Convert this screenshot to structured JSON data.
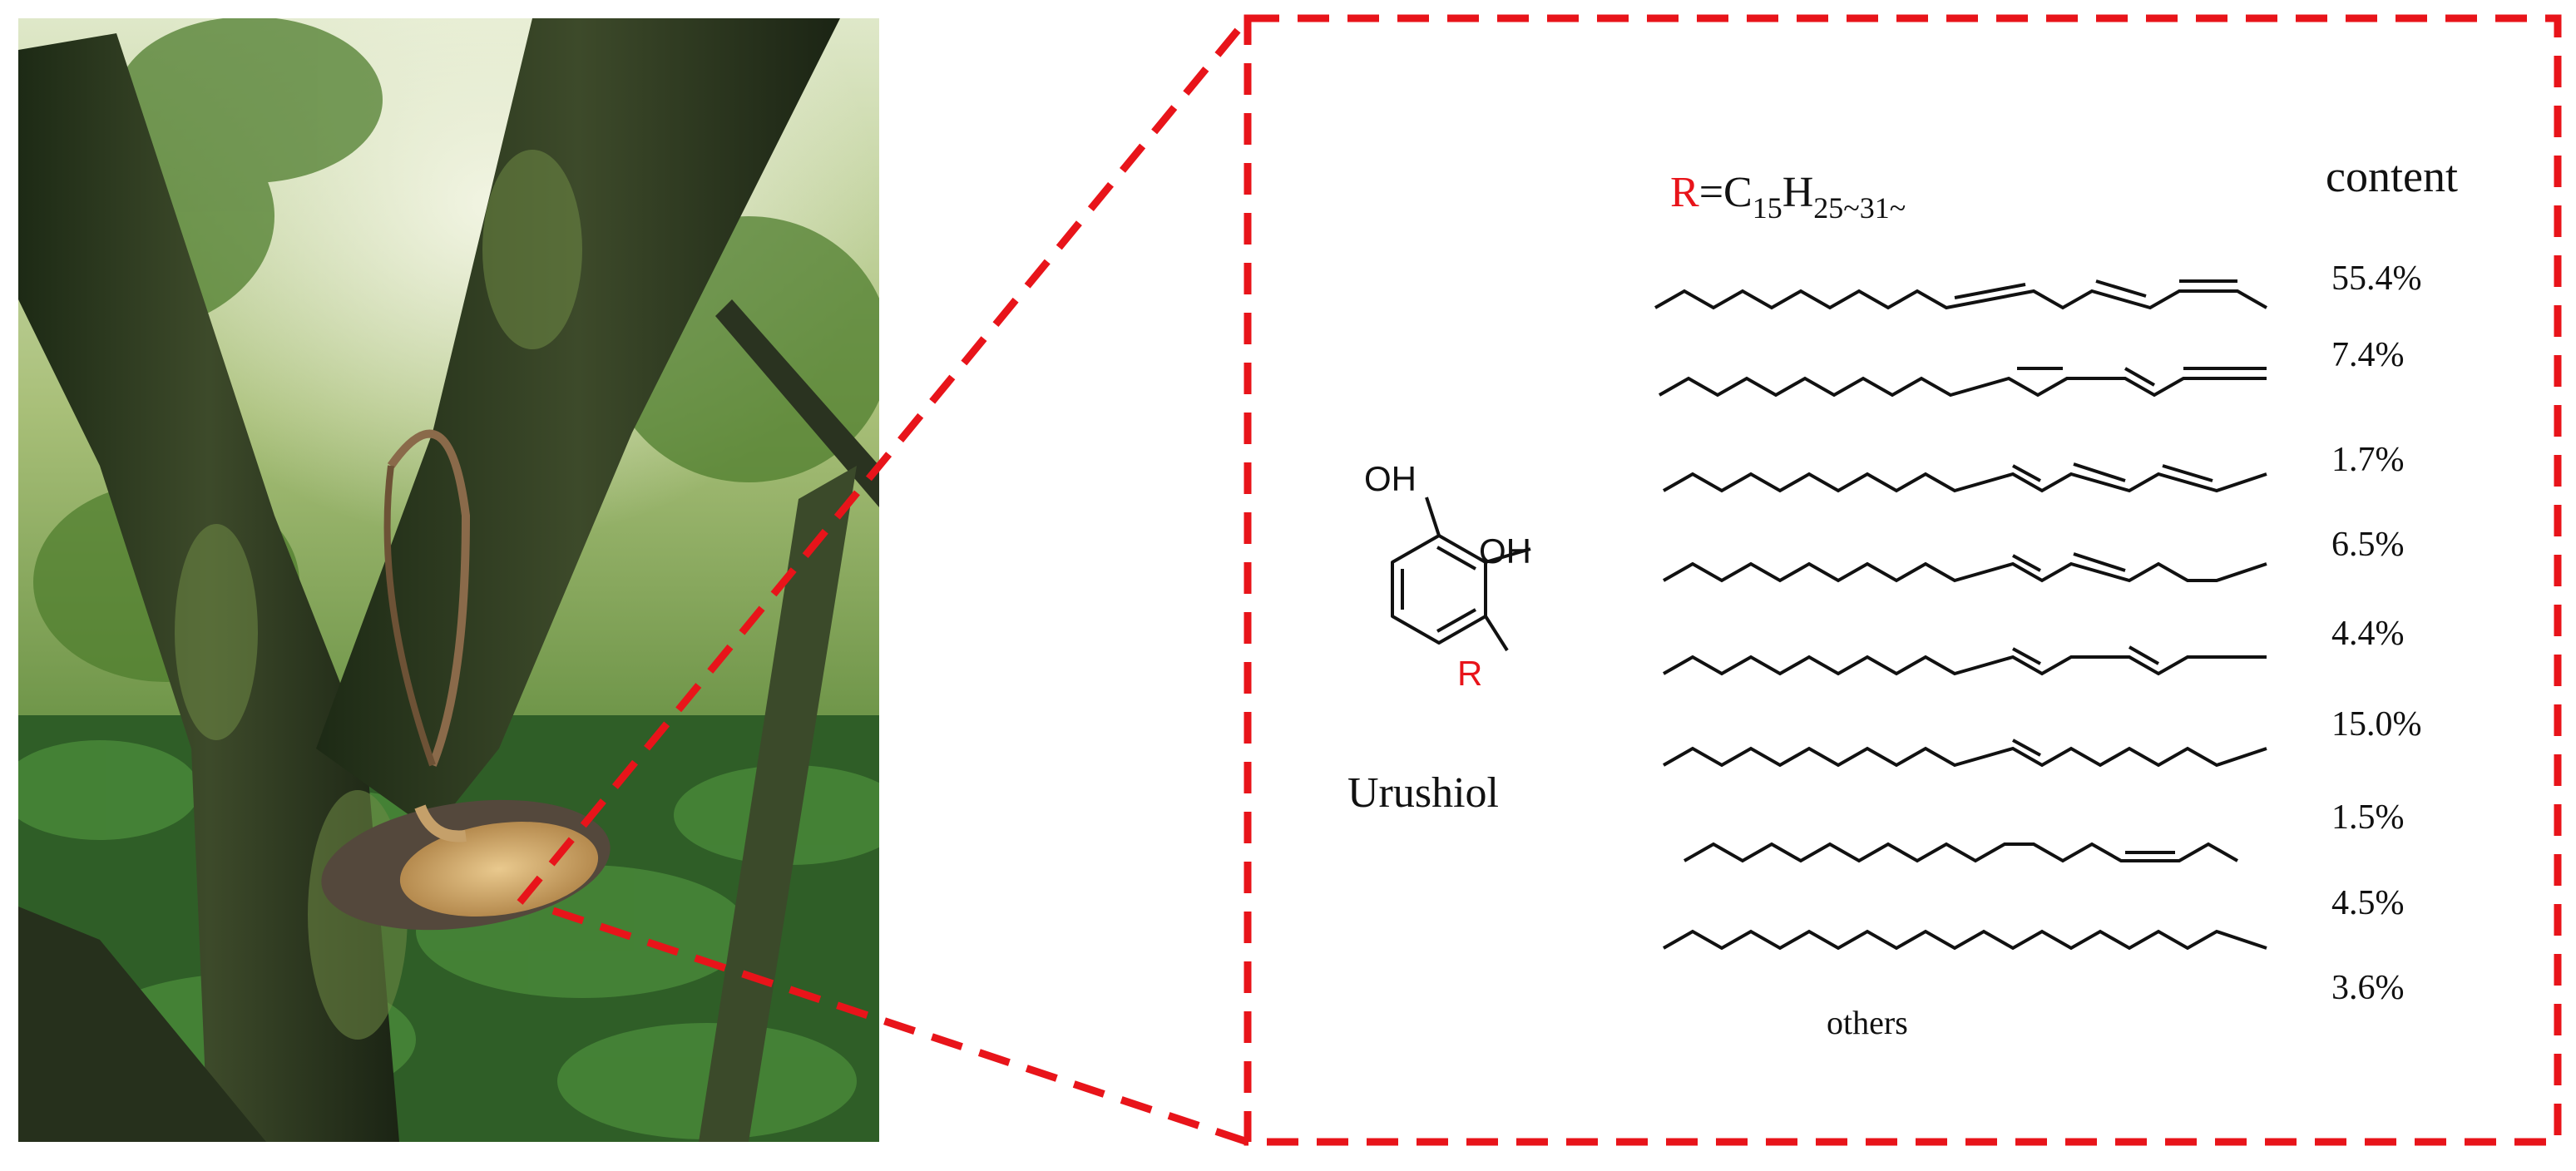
{
  "photo": {
    "description_icon": "lacquer-tree-tapping-photo"
  },
  "molecule": {
    "oh_top": "OH",
    "oh_right": "OH",
    "r_label": "R",
    "name": "Urushiol"
  },
  "formula": {
    "r": "R",
    "eq": "=C",
    "sub1": "15",
    "h": "H",
    "sub2": "25~31~"
  },
  "content_header": "content",
  "others_label": "others",
  "contents": [
    "55.4%",
    "7.4%",
    "1.7%",
    "6.5%",
    "4.4%",
    "15.0%",
    "1.5%",
    "4.5%",
    "3.6%"
  ],
  "colors": {
    "accent_red": "#e8141a",
    "ink": "#111111"
  }
}
